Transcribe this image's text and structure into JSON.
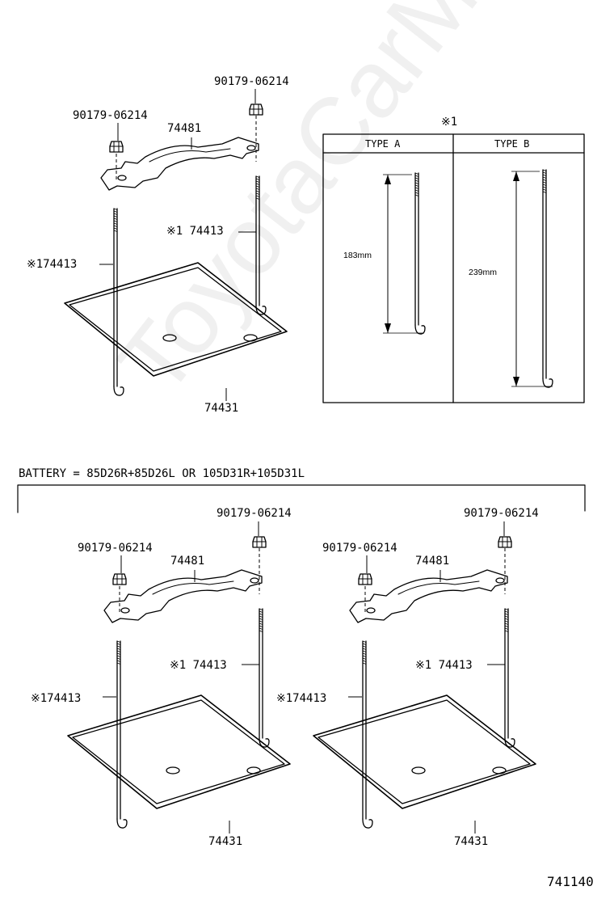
{
  "watermark": "ToyotaCarMine.ru",
  "top": {
    "nut_left": "90179-06214",
    "nut_right": "90179-06214",
    "clamp": "74481",
    "bolt_right": "※1 74413",
    "bolt_left": "※174413",
    "tray": "74431"
  },
  "detail": {
    "title": "※1",
    "type_a": "TYPE  A",
    "type_b": "TYPE  B",
    "len_a": "183mm",
    "len_b": "239mm"
  },
  "battery_condition": "BATTERY = 85D26R+85D26L OR 105D31R+105D31L",
  "bottom_left": {
    "nut_left": "90179-06214",
    "nut_right": "90179-06214",
    "clamp": "74481",
    "bolt_right": "※1 74413",
    "bolt_left": "※174413",
    "tray": "74431"
  },
  "bottom_right": {
    "nut_left": "90179-06214",
    "nut_right": "90179-06214",
    "clamp": "74481",
    "bolt_right": "※1 74413",
    "bolt_left": "※174413",
    "tray": "74431"
  },
  "figure_number": "741140"
}
